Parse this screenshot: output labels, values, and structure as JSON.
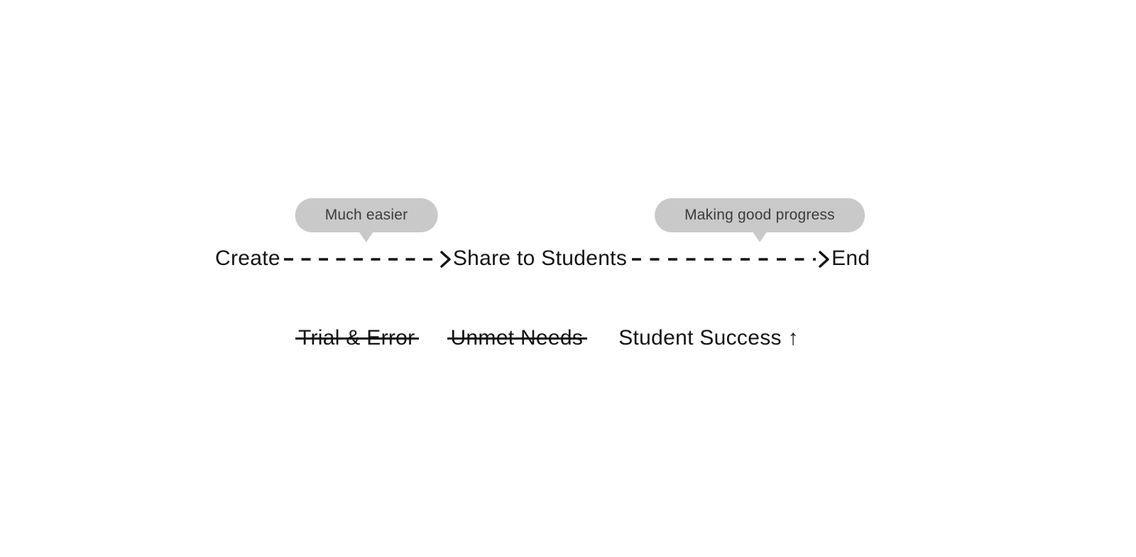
{
  "diagram": {
    "flow": {
      "nodes": [
        {
          "label": "Create"
        },
        {
          "label": "Share to Students"
        },
        {
          "label": "End"
        }
      ],
      "arrow_style": "dashed-chevron"
    },
    "annotations": [
      {
        "text": "Much easier",
        "attached_to": "arrow-create-to-share"
      },
      {
        "text": "Making good progress",
        "attached_to": "arrow-share-to-end"
      }
    ],
    "outcomes": [
      {
        "text": "Trial & Error",
        "strikethrough": true
      },
      {
        "text": "Unmet Needs",
        "strikethrough": true
      },
      {
        "text": "Student Success ↑",
        "strikethrough": false
      }
    ],
    "colors": {
      "background": "#ffffff",
      "ink": "#141414",
      "bubble_bg": "#c9c9c9",
      "bubble_text": "#3b3b3b"
    }
  }
}
